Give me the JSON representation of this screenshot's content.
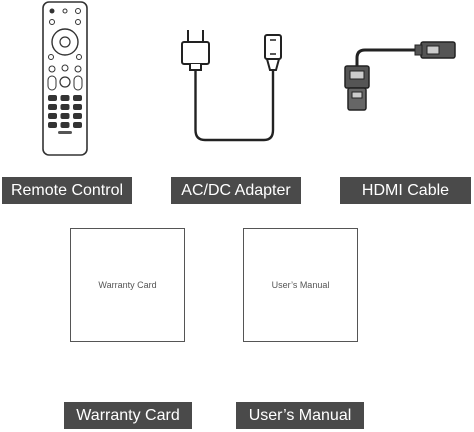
{
  "items": {
    "remote": {
      "label": "Remote Control",
      "icon": "remote-control-icon"
    },
    "adapter": {
      "label": "AC/DC Adapter",
      "icon": "power-adapter-icon"
    },
    "hdmi": {
      "label": "HDMI Cable",
      "icon": "hdmi-cable-icon"
    },
    "warranty": {
      "label": "Warranty Card",
      "card_text": "Warranty Card"
    },
    "manual": {
      "label": "User’s Manual",
      "card_text": "User’s Manual"
    }
  },
  "colors": {
    "label_bg": "#4a4a4a",
    "line": "#2a2a2a"
  }
}
